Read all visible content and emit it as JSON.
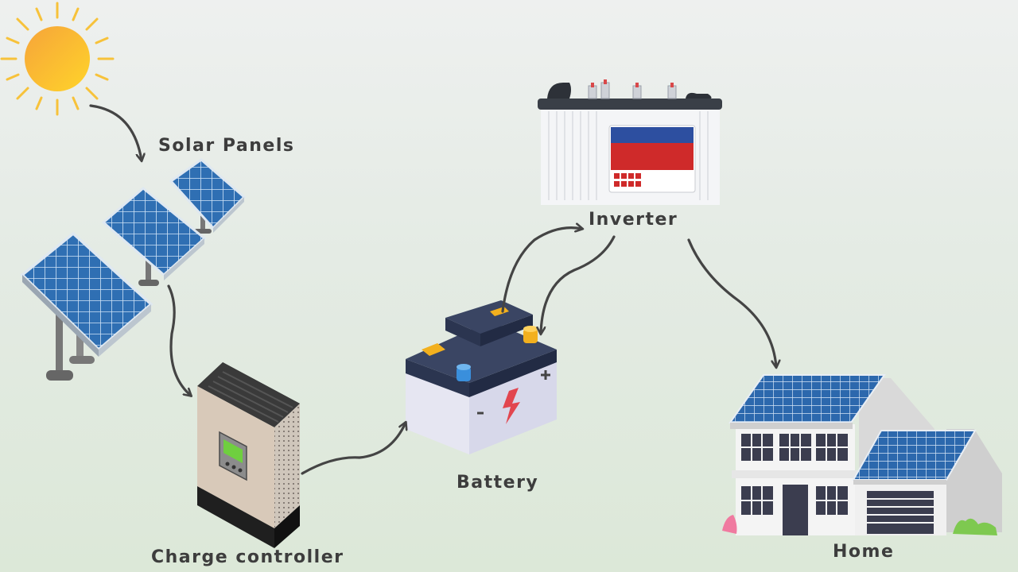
{
  "labels": {
    "solar_panels": "Solar Panels",
    "charge_controller": "Charge controller",
    "battery": "Battery",
    "inverter": "Inverter",
    "home": "Home"
  },
  "icons": {
    "sun": "sun-icon",
    "solar_panels": "solar-panels-icon",
    "charge_controller": "charge-controller-icon",
    "battery": "battery-icon",
    "inverter": "inverter-icon",
    "home": "house-icon"
  },
  "flows": [
    {
      "from": "sun",
      "to": "solar_panels"
    },
    {
      "from": "solar_panels",
      "to": "charge_controller"
    },
    {
      "from": "charge_controller",
      "to": "battery"
    },
    {
      "from": "battery",
      "to": "inverter"
    },
    {
      "from": "inverter",
      "to": "battery"
    },
    {
      "from": "inverter",
      "to": "home"
    }
  ],
  "colors": {
    "panel_blue": "#2f6fb3",
    "arrow": "#444444",
    "sun": "#f6b72a",
    "battery_top": "#2f3a57",
    "terminal_gold": "#f2b01e",
    "terminal_blue": "#3a8fdc",
    "bolt": "#e2464f",
    "label_red": "#cf2a2a",
    "label_blue": "#2d4fa0"
  }
}
